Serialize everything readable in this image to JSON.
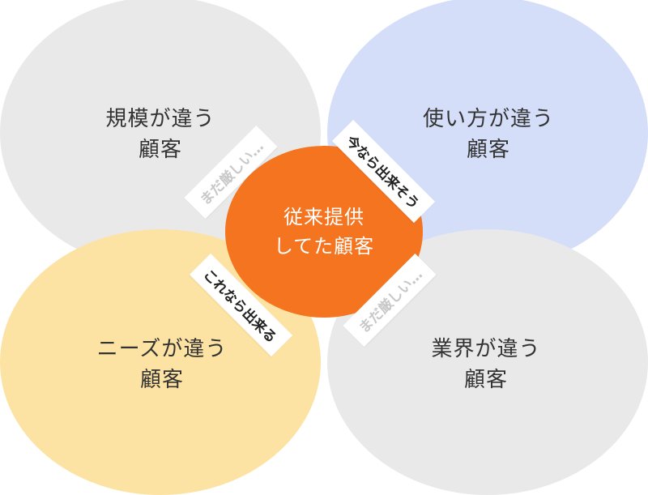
{
  "circles": {
    "top_left": {
      "line1": "規模が違う",
      "line2": "顧客",
      "color": "#e9e9e9"
    },
    "top_right": {
      "line1": "使い方が違う",
      "line2": "顧客",
      "color": "#d5def8"
    },
    "bottom_left": {
      "line1": "ニーズが違う",
      "line2": "顧客",
      "color": "#fde3a3"
    },
    "bottom_right": {
      "line1": "業界が違う",
      "line2": "顧客",
      "color": "#e9e9e9"
    }
  },
  "center": {
    "line1": "従来提供",
    "line2": "してた顧客",
    "color": "#f47420"
  },
  "tags": {
    "top_left": "まだ厳しい…",
    "top_right": "今なら出来そう",
    "bottom_left": "これなら出来る",
    "bottom_right": "まだ厳しい…"
  }
}
